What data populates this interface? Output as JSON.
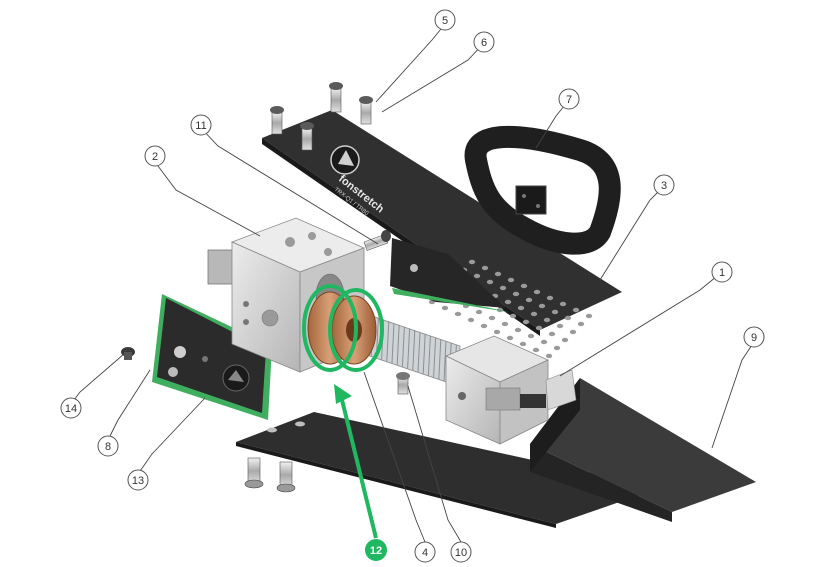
{
  "diagram": {
    "callouts": [
      {
        "id": "c1",
        "label": "1"
      },
      {
        "id": "c2",
        "label": "2"
      },
      {
        "id": "c3",
        "label": "3"
      },
      {
        "id": "c4",
        "label": "4"
      },
      {
        "id": "c5",
        "label": "5"
      },
      {
        "id": "c6",
        "label": "6"
      },
      {
        "id": "c7",
        "label": "7"
      },
      {
        "id": "c8",
        "label": "8"
      },
      {
        "id": "c9",
        "label": "9"
      },
      {
        "id": "c10",
        "label": "10"
      },
      {
        "id": "c11",
        "label": "11"
      },
      {
        "id": "c12",
        "label": "12",
        "highlighted": true
      },
      {
        "id": "c13",
        "label": "13"
      },
      {
        "id": "c14",
        "label": "14"
      }
    ],
    "brand_text": "fonstretch",
    "model_text": "TRX-Q1 / TR80",
    "colors": {
      "highlight": "#1fb861",
      "bronze": "#c98a5c",
      "dark_plate": "#2e2e2e",
      "block": "#d4d4d4",
      "green_edge": "#3fae5f"
    }
  }
}
